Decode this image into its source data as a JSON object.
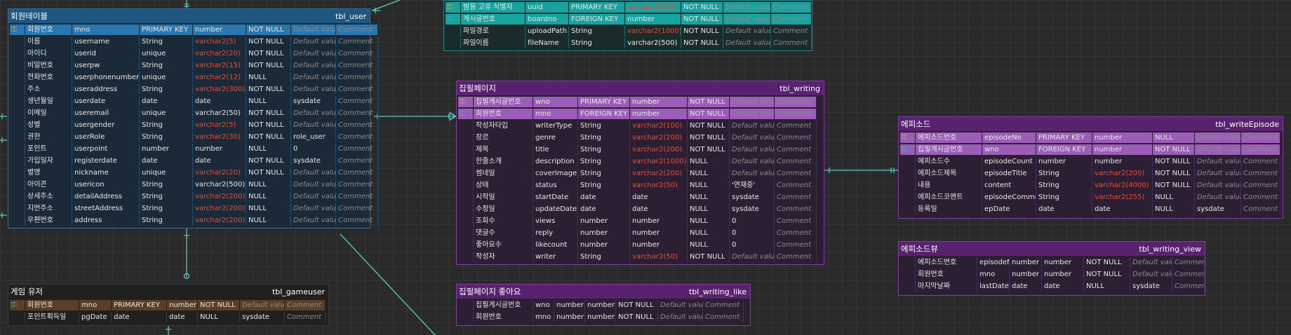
{
  "tables": {
    "user": {
      "logical": "회원테이블",
      "physical": "tbl_user",
      "rows": [
        {
          "key": "pk",
          "icon": "key-icon",
          "ln": "회원번호",
          "pn": "mno",
          "t1": "PRIMARY KEY",
          "t2": "number",
          "nn": "NOT NULL",
          "dv": "Default value",
          "cm": "Comment"
        },
        {
          "key": "",
          "ln": "이름",
          "pn": "username",
          "t1": "String",
          "t2": "varchar2(5)",
          "red": true,
          "nn": "NOT NULL",
          "dv": "Default value",
          "cm": "Comment"
        },
        {
          "key": "",
          "ln": "아이디",
          "pn": "userid",
          "t1": "unique",
          "t2": "varchar2(20)",
          "red": true,
          "nn": "NOT NULL",
          "dv": "Default value",
          "cm": "Comment"
        },
        {
          "key": "",
          "ln": "비밀번호",
          "pn": "userpw",
          "t1": "String",
          "t2": "varchar2(15)",
          "red": true,
          "nn": "NOT NULL",
          "dv": "Default value",
          "cm": "Comment"
        },
        {
          "key": "",
          "ln": "전화번호",
          "pn": "userphonenumber",
          "t1": "unique",
          "t2": "varchar2(12)",
          "red": true,
          "nn": "NULL",
          "dv": "Default value",
          "cm": "Comment"
        },
        {
          "key": "",
          "ln": "주소",
          "pn": "useraddress",
          "t1": "String",
          "t2": "varchar2(300)",
          "red": true,
          "nn": "NOT NULL",
          "dv": "Default value",
          "cm": "Comment"
        },
        {
          "key": "",
          "ln": "생년월일",
          "pn": "userdate",
          "t1": "date",
          "t2": "date",
          "nn": "NULL",
          "dv": "sysdate",
          "dvPlain": true,
          "cm": "Comment"
        },
        {
          "key": "",
          "ln": "이메일",
          "pn": "useremail",
          "t1": "unique",
          "t2": "varchar2(50)",
          "nn": "NOT NULL",
          "dv": "Default value",
          "cm": "Comment"
        },
        {
          "key": "",
          "ln": "성별",
          "pn": "usergender",
          "t1": "String",
          "t2": "varchar2(5)",
          "red": true,
          "nn": "NOT NULL",
          "dv": "Default value",
          "cm": "Comment"
        },
        {
          "key": "",
          "ln": "권한",
          "pn": "userRole",
          "t1": "String",
          "t2": "varchar2(30)",
          "red": true,
          "nn": "NOT NULL",
          "dv": "role_user",
          "dvPlain": true,
          "cm": "Comment"
        },
        {
          "key": "",
          "ln": "포인트",
          "pn": "userpoint",
          "t1": "number",
          "t2": "number",
          "nn": "NULL",
          "dv": "0",
          "dvPlain": true,
          "cm": "Comment"
        },
        {
          "key": "",
          "ln": "가입일자",
          "pn": "registerdate",
          "t1": "date",
          "t2": "date",
          "nn": "NOT NULL",
          "dv": "sysdate",
          "dvPlain": true,
          "cm": "Comment"
        },
        {
          "key": "",
          "ln": "별명",
          "pn": "nickname",
          "t1": "unique",
          "t2": "varchar2(20)",
          "red": true,
          "nn": "NOT NULL",
          "dv": "Default value",
          "cm": "Comment"
        },
        {
          "key": "",
          "ln": "아이콘",
          "pn": "usericon",
          "t1": "String",
          "t2": "varchar2(500)",
          "nn": "NULL",
          "dv": "Default value",
          "cm": "Comment"
        },
        {
          "key": "",
          "ln": "상세주소",
          "pn": "detailAddress",
          "t1": "String",
          "t2": "varchar2(200)",
          "red": true,
          "nn": "NULL",
          "dv": "Default value",
          "cm": "Comment"
        },
        {
          "key": "",
          "ln": "지번주소",
          "pn": "streetAddress",
          "t1": "String",
          "t2": "varchar2(200)",
          "red": true,
          "nn": "NULL",
          "dv": "Default value",
          "cm": "Comment"
        },
        {
          "key": "",
          "ln": "우편번호",
          "pn": "address",
          "t1": "String",
          "t2": "varchar2(200)",
          "red": true,
          "nn": "NULL",
          "dv": "Default value",
          "cm": "Comment"
        }
      ]
    },
    "file": {
      "rows": [
        {
          "key": "pk",
          "icon": "key-icon",
          "ln": "범용 고유 식별자",
          "pn": "uuid",
          "t1": "PRIMARY KEY",
          "t2": "varchar2(500)",
          "red": true,
          "nn": "NOT NULL",
          "dv": "Default value",
          "cm": "Comment"
        },
        {
          "key": "fk",
          "icon": "key-icon",
          "ln": "게시글번호",
          "pn": "boardno",
          "t1": "FOREIGN KEY",
          "t2": "number",
          "nn": "NOT NULL",
          "dv": "Default value",
          "cm": "Comment"
        },
        {
          "key": "",
          "ln": "파일경로",
          "pn": "uploadPath",
          "t1": "String",
          "t2": "varchar2(1000)",
          "red": true,
          "nn": "NOT NULL",
          "dv": "Default value",
          "cm": "Comment"
        },
        {
          "key": "",
          "ln": "파일이름",
          "pn": "fileName",
          "t1": "String",
          "t2": "varchar2(500)",
          "nn": "NOT NULL",
          "dv": "Default value",
          "cm": "Comment"
        }
      ]
    },
    "writing": {
      "logical": "집필페이지",
      "physical": "tbl_writing",
      "rows": [
        {
          "key": "pk",
          "icon": "key-icon",
          "ln": "집필게시글번호",
          "pn": "wno",
          "t1": "PRIMARY KEY",
          "t2": "number",
          "nn": "NOT NULL",
          "dv": "Default value",
          "cm": "Comment"
        },
        {
          "key": "fk",
          "icon": "key-icon",
          "ln": "회원번호",
          "pn": "mno",
          "t1": "FOREIGN KEY",
          "t2": "number",
          "nn": "NOT NULL",
          "dv": "Default value",
          "cm": "Comment"
        },
        {
          "key": "",
          "ln": "작성자타입",
          "pn": "writerType",
          "t1": "String",
          "t2": "varchar2(100)",
          "red": true,
          "nn": "NOT NULL",
          "dv": "Default value",
          "cm": "Comment"
        },
        {
          "key": "",
          "ln": "장르",
          "pn": "genre",
          "t1": "String",
          "t2": "varchar2(200)",
          "red": true,
          "nn": "NOT NULL",
          "dv": "Default value",
          "cm": "Comment"
        },
        {
          "key": "",
          "ln": "제목",
          "pn": "title",
          "t1": "String",
          "t2": "varchar2(200)",
          "red": true,
          "nn": "NOT NULL",
          "dv": "Default value",
          "cm": "Comment"
        },
        {
          "key": "",
          "ln": "한줄소개",
          "pn": "description",
          "t1": "String",
          "t2": "varchar2(1000)",
          "red": true,
          "nn": "NULL",
          "dv": "Default value",
          "cm": "Comment"
        },
        {
          "key": "",
          "ln": "썸네일",
          "pn": "coverImage",
          "t1": "String",
          "t2": "varchar2(200)",
          "red": true,
          "nn": "NULL",
          "dv": "Default value",
          "cm": "Comment"
        },
        {
          "key": "",
          "ln": "상태",
          "pn": "status",
          "t1": "String",
          "t2": "varchar2(50)",
          "red": true,
          "nn": "NULL",
          "dv": "'연재중'",
          "dvPlain": true,
          "cm": "Comment"
        },
        {
          "key": "",
          "ln": "시작일",
          "pn": "startDate",
          "t1": "date",
          "t2": "date",
          "nn": "NULL",
          "dv": "sysdate",
          "dvPlain": true,
          "cm": "Comment"
        },
        {
          "key": "",
          "ln": "수정일",
          "pn": "updateDate",
          "t1": "date",
          "t2": "date",
          "nn": "NULL",
          "dv": "sysdate",
          "dvPlain": true,
          "cm": "Comment"
        },
        {
          "key": "",
          "ln": "조회수",
          "pn": "views",
          "t1": "number",
          "t2": "number",
          "nn": "NULL",
          "dv": "0",
          "dvPlain": true,
          "cm": "Comment"
        },
        {
          "key": "",
          "ln": "댓글수",
          "pn": "reply",
          "t1": "number",
          "t2": "number",
          "nn": "NULL",
          "dv": "0",
          "dvPlain": true,
          "cm": "Comment"
        },
        {
          "key": "",
          "ln": "좋아요수",
          "pn": "likecount",
          "t1": "number",
          "t2": "number",
          "nn": "NULL",
          "dv": "0",
          "dvPlain": true,
          "cm": "Comment"
        },
        {
          "key": "",
          "ln": "작성자",
          "pn": "writer",
          "t1": "String",
          "t2": "varchar2(50)",
          "red": true,
          "nn": "NOT NULL",
          "dv": "Default value",
          "cm": "Comment"
        }
      ]
    },
    "episode": {
      "logical": "에피소드",
      "physical": "tbl_writeEpisode",
      "rows": [
        {
          "key": "pk",
          "icon": "key-icon",
          "ln": "에피소드번호",
          "pn": "episodeNo",
          "t1": "PRIMARY KEY",
          "t2": "number",
          "nn": "NULL",
          "dv": "Default value",
          "cm": "Comment"
        },
        {
          "key": "fk",
          "icon": "key-icon",
          "ln": "집필게시글번호",
          "pn": "wno",
          "t1": "FOREIGN KEY",
          "t2": "number",
          "nn": "NOT NULL",
          "dv": "Default value",
          "cm": "Comment"
        },
        {
          "key": "",
          "ln": "에피소드수",
          "pn": "episodeCount",
          "t1": "number",
          "t2": "number",
          "nn": "NOT NULL",
          "dv": "Default value",
          "cm": "Comment"
        },
        {
          "key": "",
          "ln": "에피소드제목",
          "pn": "episodeTitle",
          "t1": "String",
          "t2": "varchar2(200)",
          "red": true,
          "nn": "NOT NULL",
          "dv": "Default value",
          "cm": "Comment"
        },
        {
          "key": "",
          "ln": "내용",
          "pn": "content",
          "t1": "String",
          "t2": "varchar2(4000)",
          "red": true,
          "nn": "NOT NULL",
          "dv": "Default value",
          "cm": "Comment"
        },
        {
          "key": "",
          "ln": "에피소드코멘트",
          "pn": "episodeComment",
          "t1": "String",
          "t2": "varchar2(255)",
          "red": true,
          "nn": "NULL",
          "dv": "Default value",
          "cm": "Comment"
        },
        {
          "key": "",
          "ln": "등록일",
          "pn": "epDate",
          "t1": "date",
          "t2": "date",
          "nn": "NULL",
          "dv": "sysdate",
          "dvPlain": true,
          "cm": "Comment"
        }
      ]
    },
    "episodeView": {
      "logical": "에피소드뷰",
      "physical": "tbl_writing_view",
      "rows": [
        {
          "key": "",
          "ln": "에피소드번호",
          "pn": "episodeNo",
          "t1": "number",
          "t2": "number",
          "nn": "NOT NULL",
          "dv": "Default value",
          "cm": "Comment"
        },
        {
          "key": "",
          "ln": "회원번호",
          "pn": "mno",
          "t1": "number",
          "t2": "number",
          "nn": "NOT NULL",
          "dv": "Default value",
          "cm": "Comment"
        },
        {
          "key": "",
          "ln": "마지막날짜",
          "pn": "lastDate",
          "t1": "date",
          "t2": "date",
          "nn": "NULL",
          "dv": "sysdate",
          "dvPlain": true,
          "cm": "Comment"
        }
      ]
    },
    "gameuser": {
      "logical": "게임 유저",
      "physical": "tbl_gameuser",
      "rows": [
        {
          "key": "fk",
          "icon": "key-icon",
          "ln": "회원번호",
          "pn": "mno",
          "t1": "PRIMARY KEY",
          "t2": "number",
          "nn": "NOT NULL",
          "dv": "Default value",
          "cm": "Comment"
        },
        {
          "key": "",
          "ln": "포인트획득일",
          "pn": "pgDate",
          "t1": "date",
          "t2": "date",
          "nn": "NULL",
          "dv": "sysdate",
          "dvPlain": true,
          "cm": "Comment"
        }
      ]
    },
    "writingLike": {
      "logical": "집필페이지 좋아요",
      "physical": "tbl_writing_like",
      "rows": [
        {
          "key": "",
          "ln": "집필게시글번호",
          "pn": "wno",
          "t1": "number",
          "t2": "number",
          "nn": "NOT NULL",
          "dv": "Default value",
          "cm": "Comment"
        },
        {
          "key": "",
          "ln": "회원번호",
          "pn": "mno",
          "t1": "number",
          "t2": "number",
          "nn": "NOT NULL",
          "dv": "Default value",
          "cm": "Comment"
        }
      ]
    }
  }
}
